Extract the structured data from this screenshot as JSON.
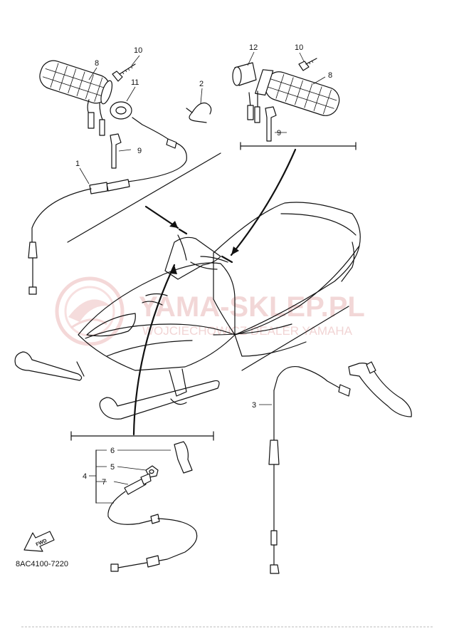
{
  "diagram": {
    "part_code": "8AC4100-7220",
    "fwd_label": "FWD",
    "watermark": {
      "title": "YAMA-SKLEP.PL",
      "subtitle": "WOJCIECHOWICZ DEALER YAMAHA"
    },
    "callouts": {
      "c1": "1",
      "c2": "2",
      "c3": "3",
      "c4": "4",
      "c5": "5",
      "c6": "6",
      "c7": "7",
      "c8_left": "8",
      "c8_right": "8",
      "c9_left": "9",
      "c9_right": "9",
      "c10_left": "10",
      "c10_right": "10",
      "c11": "11",
      "c12": "12"
    }
  }
}
